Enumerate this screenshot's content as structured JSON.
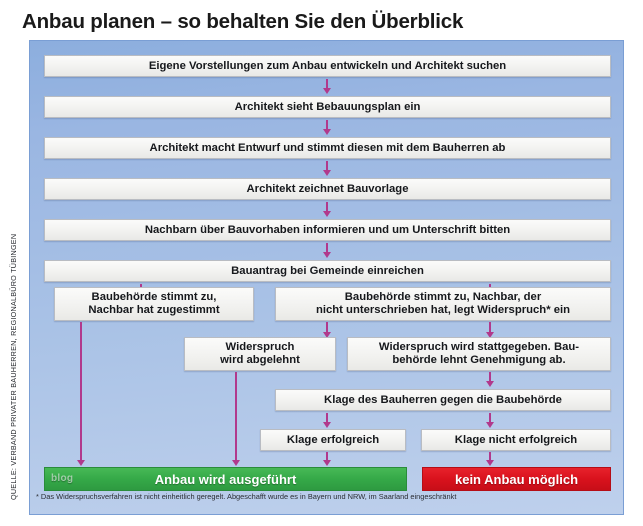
{
  "title": "Anbau planen – so behalten Sie den Überblick",
  "source_note": "QUELLE: VERBAND PRIVATER BAUHERREN, REGIONALBÜRO TÜBINGEN",
  "footnote": "* Das Widerspruchsverfahren ist nicht einheitlich geregelt. Abgeschafft wurde es in Bayern und NRW, im Saarland eingeschränkt",
  "watermark": "blog",
  "colors": {
    "panel_blue": "#9ab6e2",
    "arrow_magenta": "#b1398c",
    "success_green": "#35a948",
    "fail_red": "#d9121d",
    "box_fill": "#f4f4f2",
    "title_text": "#1a1a1a"
  },
  "chart_data": {
    "type": "diagram",
    "title": "Anbau planen – so behalten Sie den Überblick",
    "nodes": [
      {
        "id": "n1",
        "label": "Eigene Vorstellungen zum Anbau entwickeln und Architekt suchen",
        "lines": [
          "Eigene Vorstellungen zum Anbau entwickeln und Architekt suchen"
        ]
      },
      {
        "id": "n2",
        "label": "Architekt sieht Bebauungsplan ein",
        "lines": [
          "Architekt sieht Bebauungsplan ein"
        ]
      },
      {
        "id": "n3",
        "label": "Architekt macht Entwurf und stimmt diesen mit dem Bauherren ab",
        "lines": [
          "Architekt macht Entwurf und stimmt diesen mit dem Bauherren ab"
        ]
      },
      {
        "id": "n4",
        "label": "Architekt zeichnet Bauvorlage",
        "lines": [
          "Architekt zeichnet Bauvorlage"
        ]
      },
      {
        "id": "n5",
        "label": "Nachbarn über Bauvorhaben informieren und um Unterschrift bitten",
        "lines": [
          "Nachbarn über Bauvorhaben informieren und um Unterschrift bitten"
        ]
      },
      {
        "id": "n6",
        "label": "Bauantrag bei Gemeinde einreichen",
        "lines": [
          "Bauantrag bei Gemeinde einreichen"
        ]
      },
      {
        "id": "n7",
        "label": "Baubehörde stimmt zu, Nachbar hat zugestimmt",
        "lines": [
          "Baubehörde stimmt zu,",
          "Nachbar hat zugestimmt"
        ]
      },
      {
        "id": "n8",
        "label": "Baubehörde stimmt zu, Nachbar, der nicht unterschrieben hat, legt Widerspruch* ein",
        "lines": [
          "Baubehörde stimmt zu, Nachbar, der",
          "nicht unterschrieben hat, legt Widerspruch* ein"
        ]
      },
      {
        "id": "n9",
        "label": "Widerspruch wird abgelehnt",
        "lines": [
          "Widerspruch",
          "wird abgelehnt"
        ]
      },
      {
        "id": "n10",
        "label": "Widerspruch wird stattgegeben. Baubehörde lehnt Genehmigung ab.",
        "lines": [
          "Widerspruch wird stattgegeben. Bau-",
          "behörde lehnt Genehmigung ab."
        ]
      },
      {
        "id": "n11",
        "label": "Klage des Bauherren gegen die Baubehörde",
        "lines": [
          "Klage des Bauherren gegen die Baubehörde"
        ]
      },
      {
        "id": "n12",
        "label": "Klage erfolgreich",
        "lines": [
          "Klage erfolgreich"
        ]
      },
      {
        "id": "n13",
        "label": "Klage nicht erfolgreich",
        "lines": [
          "Klage nicht erfolgreich"
        ]
      },
      {
        "id": "r1",
        "label": "Anbau wird ausgeführt",
        "type": "outcome-success"
      },
      {
        "id": "r2",
        "label": "kein Anbau möglich",
        "type": "outcome-fail"
      }
    ],
    "edges": [
      {
        "from": "n1",
        "to": "n2"
      },
      {
        "from": "n2",
        "to": "n3"
      },
      {
        "from": "n3",
        "to": "n4"
      },
      {
        "from": "n4",
        "to": "n5"
      },
      {
        "from": "n5",
        "to": "n6"
      },
      {
        "from": "n6",
        "to": "n7"
      },
      {
        "from": "n6",
        "to": "n8"
      },
      {
        "from": "n7",
        "to": "r1"
      },
      {
        "from": "n8",
        "to": "n9"
      },
      {
        "from": "n8",
        "to": "n10"
      },
      {
        "from": "n9",
        "to": "r1"
      },
      {
        "from": "n10",
        "to": "n11"
      },
      {
        "from": "n11",
        "to": "n12"
      },
      {
        "from": "n11",
        "to": "n13"
      },
      {
        "from": "n12",
        "to": "r1"
      },
      {
        "from": "n13",
        "to": "r2"
      }
    ]
  }
}
